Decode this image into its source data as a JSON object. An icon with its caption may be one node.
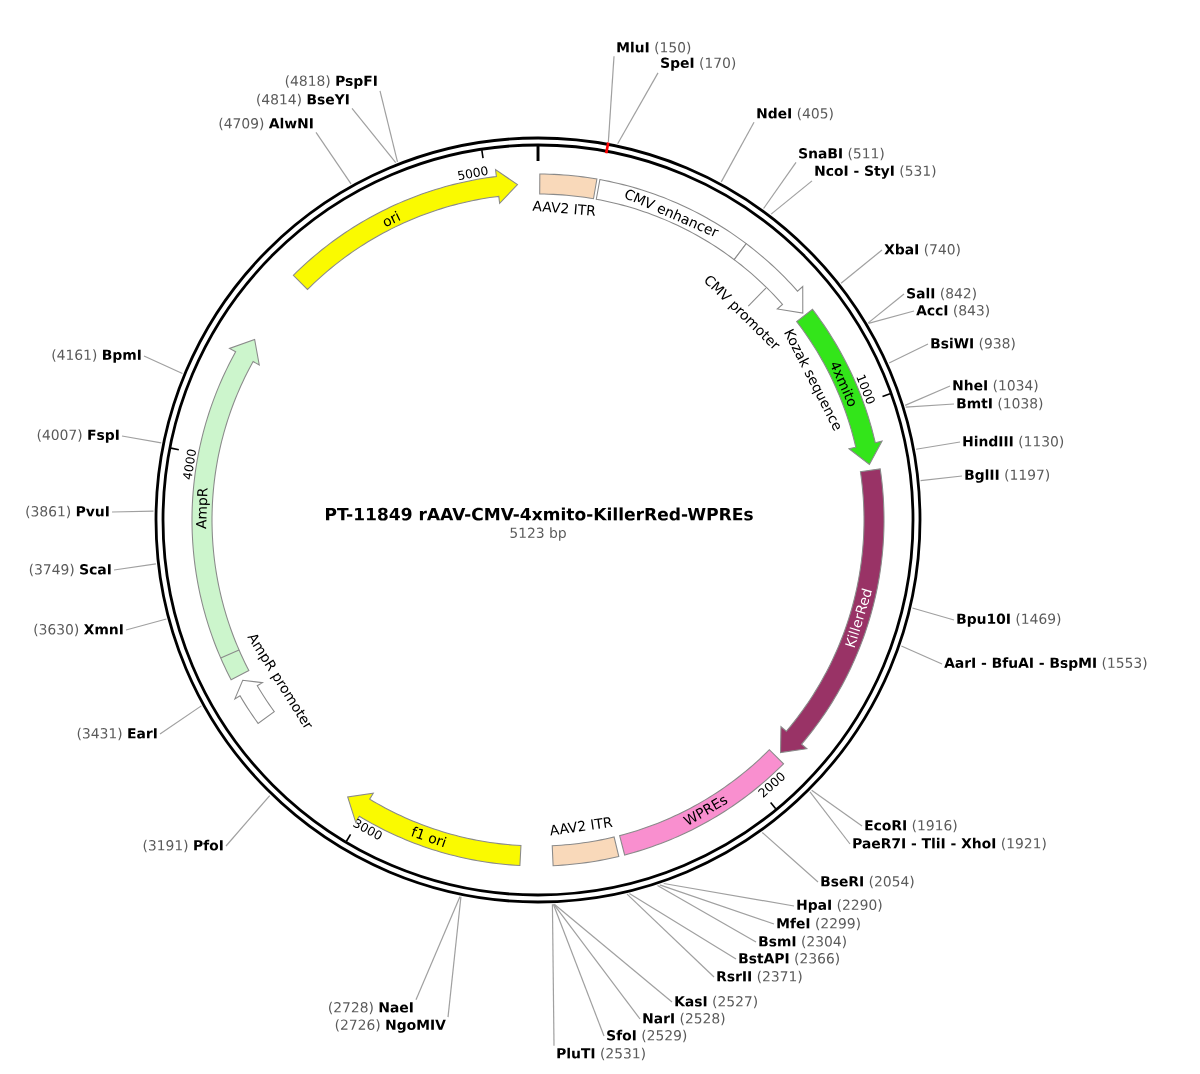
{
  "diagram": {
    "title": "PT-11849 rAAV-CMV-4xmito-KillerRed-WPREs",
    "nodes": [
      {
        "text": [
          "AAV2 ITR"
        ]
      },
      {
        "text": [
          "CMV enhancer"
        ]
      },
      {
        "text": [
          "CMV promoter"
        ]
      },
      {
        "text": [
          "4xmito"
        ]
      },
      {
        "text": [
          "KillerRed"
        ]
      },
      {
        "text": [
          "WPREs"
        ]
      },
      {
        "text": [
          "AAV2 ITR"
        ]
      },
      {
        "text": [
          "f1 ori"
        ]
      },
      {
        "text": [
          "AmpR promoter"
        ]
      },
      {
        "text": [
          "AmpR"
        ]
      },
      {
        "text": [
          "ori"
        ]
      },
      {
        "text": [
          "MluI",
          "(150)"
        ]
      },
      {
        "text": [
          "SpeI",
          "(170)"
        ]
      },
      {
        "text": [
          "NdeI",
          "(405)"
        ]
      },
      {
        "text": [
          "SnaBI",
          "(511)"
        ]
      },
      {
        "text": [
          "NcoI - StyI",
          "(531)"
        ]
      },
      {
        "text": [
          "XbaI",
          "(740)"
        ]
      },
      {
        "text": [
          "SalI",
          "(842)"
        ]
      },
      {
        "text": [
          "AccI",
          "(843)"
        ]
      },
      {
        "text": [
          "BsiWI",
          "(938)"
        ]
      },
      {
        "text": [
          "NheI",
          "(1034)"
        ]
      },
      {
        "text": [
          "BmtI",
          "(1038)"
        ]
      },
      {
        "text": [
          "HindIII",
          "(1130)"
        ]
      },
      {
        "text": [
          "BglII",
          "(1197)"
        ]
      },
      {
        "text": [
          "Bpu10I",
          "(1469)"
        ]
      },
      {
        "text": [
          "AarI - BfuAI - BspMI",
          "(1553)"
        ]
      },
      {
        "text": [
          "EcoRI",
          "(1916)"
        ]
      },
      {
        "text": [
          "PaeR7I - TliI - XhoI",
          "(1921)"
        ]
      },
      {
        "text": [
          "BseRI",
          "(2054)"
        ]
      },
      {
        "text": [
          "HpaI",
          "(2290)"
        ]
      },
      {
        "text": [
          "MfeI",
          "(2299)"
        ]
      },
      {
        "text": [
          "BsmI",
          "(2304)"
        ]
      },
      {
        "text": [
          "BstAPI",
          "(2366)"
        ]
      },
      {
        "text": [
          "RsrII",
          "(2371)"
        ]
      },
      {
        "text": [
          "KasI",
          "(2527)"
        ]
      },
      {
        "text": [
          "NarI",
          "(2528)"
        ]
      },
      {
        "text": [
          "SfoI",
          "(2529)"
        ]
      },
      {
        "text": [
          "PluTI",
          "(2531)"
        ]
      },
      {
        "text": [
          "(2726)",
          "NgoMIV"
        ]
      },
      {
        "text": [
          "(2728)",
          "NaeI"
        ]
      },
      {
        "text": [
          "(3191)",
          "PfoI"
        ]
      },
      {
        "text": [
          "(3431)",
          "EarI"
        ]
      },
      {
        "text": [
          "(3630)",
          "XmnI"
        ]
      },
      {
        "text": [
          "(3749)",
          "ScaI"
        ]
      },
      {
        "text": [
          "(3861)",
          "PvuI"
        ]
      },
      {
        "text": [
          "(4007)",
          "FspI"
        ]
      },
      {
        "text": [
          "(4161)",
          "BpmI"
        ]
      },
      {
        "text": [
          "(4709)",
          "AlwNI"
        ]
      },
      {
        "text": [
          "(4814)",
          "BseYI"
        ]
      },
      {
        "text": [
          "(4818)",
          "PspFI"
        ]
      }
    ],
    "edges": [
      {
        "from": 11,
        "to": null,
        "arrow": "none"
      },
      {
        "from": 12,
        "to": null,
        "arrow": "none"
      },
      {
        "from": 13,
        "to": null,
        "arrow": "none"
      },
      {
        "from": 14,
        "to": null,
        "arrow": "none"
      },
      {
        "from": 15,
        "to": null,
        "arrow": "none"
      },
      {
        "from": 16,
        "to": null,
        "arrow": "none"
      },
      {
        "from": 17,
        "to": null,
        "arrow": "none"
      },
      {
        "from": 18,
        "to": null,
        "arrow": "none"
      },
      {
        "from": 19,
        "to": null,
        "arrow": "none"
      },
      {
        "from": 20,
        "to": null,
        "arrow": "none"
      },
      {
        "from": 21,
        "to": null,
        "arrow": "none"
      },
      {
        "from": 22,
        "to": null,
        "arrow": "none"
      },
      {
        "from": 23,
        "to": null,
        "arrow": "none"
      },
      {
        "from": 24,
        "to": null,
        "arrow": "none"
      },
      {
        "from": 25,
        "to": null,
        "arrow": "none"
      },
      {
        "from": 26,
        "to": null,
        "arrow": "none"
      },
      {
        "from": 27,
        "to": null,
        "arrow": "none"
      },
      {
        "from": 28,
        "to": null,
        "arrow": "none"
      },
      {
        "from": 29,
        "to": null,
        "arrow": "none"
      },
      {
        "from": 30,
        "to": null,
        "arrow": "none"
      },
      {
        "from": 31,
        "to": null,
        "arrow": "none"
      },
      {
        "from": 32,
        "to": null,
        "arrow": "none"
      },
      {
        "from": 33,
        "to": null,
        "arrow": "none"
      },
      {
        "from": 34,
        "to": null,
        "arrow": "none"
      },
      {
        "from": 35,
        "to": null,
        "arrow": "none"
      },
      {
        "from": 36,
        "to": null,
        "arrow": "none"
      },
      {
        "from": 37,
        "to": null,
        "arrow": "none"
      },
      {
        "from": 38,
        "to": null,
        "arrow": "none"
      },
      {
        "from": 39,
        "to": null,
        "arrow": "none"
      },
      {
        "from": 40,
        "to": null,
        "arrow": "none"
      },
      {
        "from": 41,
        "to": null,
        "arrow": "none"
      },
      {
        "from": 42,
        "to": null,
        "arrow": "none"
      },
      {
        "from": 43,
        "to": null,
        "arrow": "none"
      },
      {
        "from": 44,
        "to": null,
        "arrow": "none"
      },
      {
        "from": 45,
        "to": null,
        "arrow": "none"
      },
      {
        "from": 46,
        "to": null,
        "arrow": "none"
      },
      {
        "from": 47,
        "to": null,
        "arrow": "none"
      },
      {
        "from": 48,
        "to": null,
        "arrow": "none"
      },
      {
        "from": 49,
        "to": null,
        "arrow": "none"
      }
    ],
    "labels": [
      "5000",
      "Kozak sequence",
      "1000",
      "4000",
      "5123 bp",
      "2000",
      "3000"
    ]
  }
}
